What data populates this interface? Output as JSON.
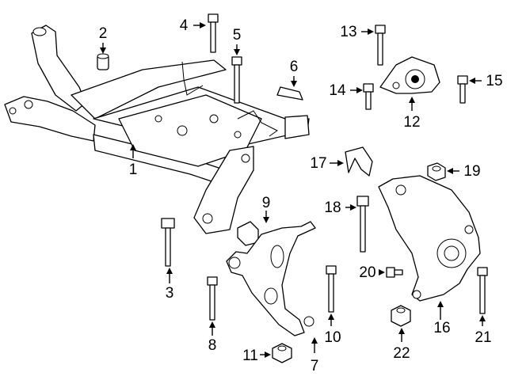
{
  "callouts": [
    {
      "id": "1",
      "label": "1",
      "part": "front-subframe"
    },
    {
      "id": "2",
      "label": "2",
      "part": "bushing"
    },
    {
      "id": "3",
      "label": "3",
      "part": "bolt"
    },
    {
      "id": "4",
      "label": "4",
      "part": "bolt"
    },
    {
      "id": "5",
      "label": "5",
      "part": "bolt"
    },
    {
      "id": "6",
      "label": "6",
      "part": "bracket"
    },
    {
      "id": "7",
      "label": "7",
      "part": "lower-control-arm"
    },
    {
      "id": "8",
      "label": "8",
      "part": "bolt"
    },
    {
      "id": "9",
      "label": "9",
      "part": "bumper"
    },
    {
      "id": "10",
      "label": "10",
      "part": "bolt"
    },
    {
      "id": "11",
      "label": "11",
      "part": "nut"
    },
    {
      "id": "12",
      "label": "12",
      "part": "mount-bracket"
    },
    {
      "id": "13",
      "label": "13",
      "part": "bolt"
    },
    {
      "id": "14",
      "label": "14",
      "part": "bolt"
    },
    {
      "id": "15",
      "label": "15",
      "part": "bolt"
    },
    {
      "id": "16",
      "label": "16",
      "part": "steering-knuckle"
    },
    {
      "id": "17",
      "label": "17",
      "part": "clip"
    },
    {
      "id": "18",
      "label": "18",
      "part": "bolt"
    },
    {
      "id": "19",
      "label": "19",
      "part": "nut"
    },
    {
      "id": "20",
      "label": "20",
      "part": "bolt"
    },
    {
      "id": "21",
      "label": "21",
      "part": "bolt"
    },
    {
      "id": "22",
      "label": "22",
      "part": "nut"
    }
  ]
}
